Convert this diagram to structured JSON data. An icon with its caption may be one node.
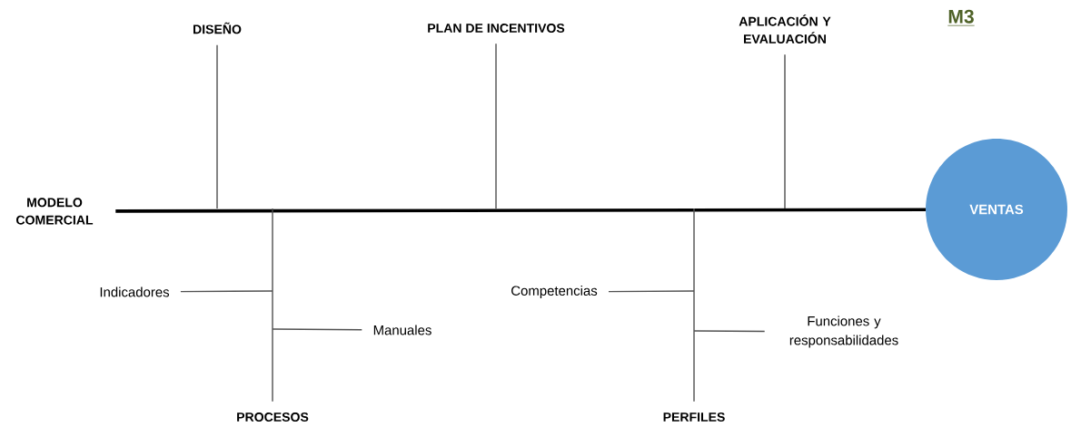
{
  "diagram": {
    "nodes": [
      {
        "text": [
          "MODELO COMERCIAL"
        ]
      },
      {
        "text": [
          "DISEÑO"
        ]
      },
      {
        "text": [
          "PLAN DE INCENTIVOS"
        ]
      },
      {
        "text": [
          "APLICACIÓN Y EVALUACIÓN"
        ]
      },
      {
        "text": [
          "PROCESOS"
        ]
      },
      {
        "text": [
          "PERFILES"
        ]
      },
      {
        "text": [
          "Indicadores"
        ]
      },
      {
        "text": [
          "Manuales"
        ]
      },
      {
        "text": [
          "Competencias"
        ]
      },
      {
        "text": [
          "Funciones y responsabilidades"
        ]
      },
      {
        "text": [
          "VENTAS"
        ]
      }
    ],
    "edges": [
      {
        "from": 0,
        "to": 10,
        "arrow": "none",
        "style": "thick",
        "color": "#000000"
      },
      {
        "from": 1,
        "to": null,
        "arrow": "none"
      },
      {
        "from": 2,
        "to": null,
        "arrow": "none"
      },
      {
        "from": 3,
        "to": null,
        "arrow": "none"
      },
      {
        "from": 4,
        "to": null,
        "arrow": "none"
      },
      {
        "from": 5,
        "to": null,
        "arrow": "none"
      },
      {
        "from": 6,
        "to": null,
        "arrow": "none"
      },
      {
        "from": 7,
        "to": null,
        "arrow": "none"
      },
      {
        "from": 8,
        "to": null,
        "arrow": "none"
      },
      {
        "from": 9,
        "to": null,
        "arrow": "none"
      }
    ],
    "labels": [
      "M3"
    ]
  }
}
